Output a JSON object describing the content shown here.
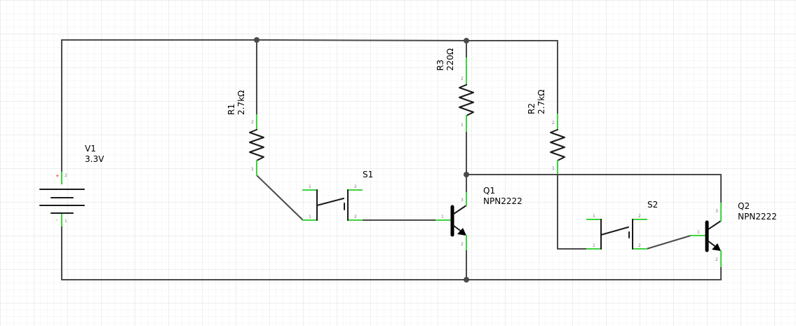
{
  "colors": {
    "background": "#ffffff",
    "grid_minor": "#f0f0f0",
    "grid_major": "#dedede",
    "wire": "#4a4a4a",
    "pin_lead": "#3fd23f",
    "component": "#1a1a1a",
    "polarity_plus": "#e02020"
  },
  "components": {
    "V1": {
      "ref": "V1",
      "value": "3.3V",
      "pin_plus": "+",
      "pin_plus_num": "2",
      "pin_minus": "-",
      "pin_minus_num": "1"
    },
    "R1": {
      "ref": "R1",
      "value": "2.7kΩ",
      "pin_top": "2",
      "pin_bottom": "1"
    },
    "R2": {
      "ref": "R2",
      "value": "2.7kΩ",
      "pin_top": "2",
      "pin_bottom": "1"
    },
    "R3": {
      "ref": "R3",
      "value": "220Ω",
      "pin_top": "2",
      "pin_bottom": "1"
    },
    "S1": {
      "ref": "S1",
      "pins": [
        "1",
        "2",
        "1",
        "2"
      ]
    },
    "S2": {
      "ref": "S2",
      "pins": [
        "1",
        "2",
        "1",
        "2"
      ]
    },
    "Q1": {
      "ref": "Q1",
      "value": "NPN2222",
      "pin_base": "1",
      "pin_collector": "3",
      "pin_emitter": "2"
    },
    "Q2": {
      "ref": "Q2",
      "value": "NPN2222",
      "pin_base": "1",
      "pin_collector": "3",
      "pin_emitter": "2"
    }
  }
}
